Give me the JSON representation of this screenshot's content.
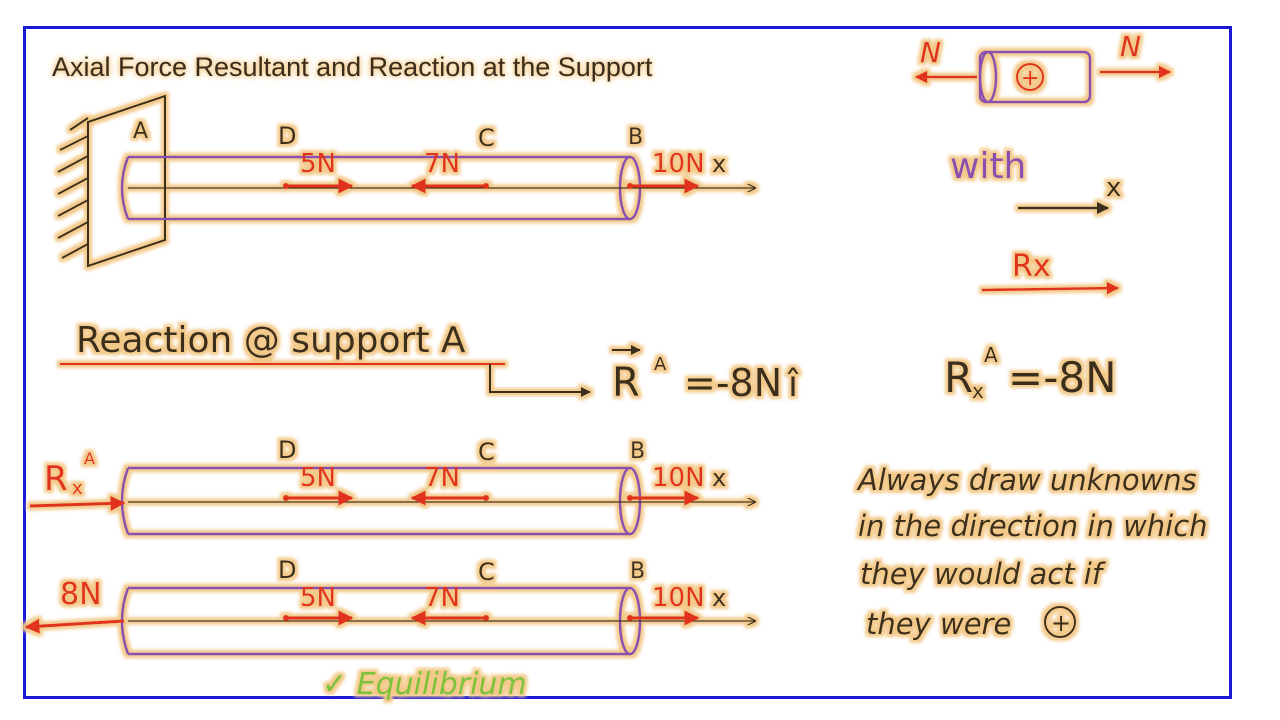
{
  "title": "Axial Force Resultant and Reaction at the Support",
  "sign_convention": {
    "force_label": "N",
    "sign": "+"
  },
  "bar_labels": {
    "a": "A",
    "b": "B",
    "c": "C",
    "d": "D",
    "x_axis": "x"
  },
  "loads": {
    "d": "5N",
    "c": "7N",
    "b": "10N"
  },
  "with_axis": {
    "with": "with",
    "axis": "x",
    "force": "Rx"
  },
  "reaction": {
    "heading": "Reaction @ support A",
    "vector": "R",
    "vector_sup": "A",
    "vector_value": "=-8N",
    "unit_vector": "î",
    "scalar_sub": "x",
    "scalar_value": "=-8N"
  },
  "unknown_label": {
    "main": "R",
    "sub": "x",
    "sup": "A"
  },
  "note": [
    "Always draw unknowns",
    "in the direction in which",
    "they would act  if",
    "they were"
  ],
  "third_bar": {
    "reaction_label": "8N"
  },
  "equilibrium": "✓ Equilibrium",
  "colors": {
    "outline": "#8a4fb0",
    "force": "#e0301e",
    "ink": "#3a2d1c",
    "glow": "#f3c989",
    "frame": "#1a1ad6",
    "check": "#7cc23a"
  }
}
